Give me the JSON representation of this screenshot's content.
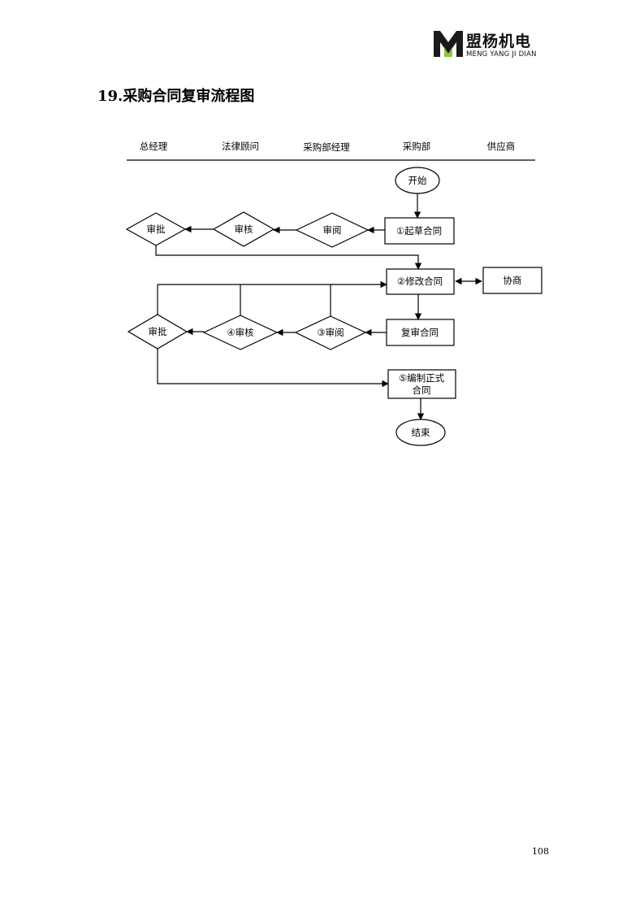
{
  "brand": {
    "name": "盟杨机电",
    "subtitle": "MENG YANG JI DIAN",
    "colors": {
      "dark": "#1a1a1a",
      "accent": "#8dc63f"
    }
  },
  "title": "19.采购合同复审流程图",
  "lanes": [
    "总经理",
    "法律顾问",
    "采购部经理",
    "采购部",
    "供应商"
  ],
  "nodes": {
    "start": "开始",
    "draft": "①起草合同",
    "review_top": "审阅",
    "audit_top": "审核",
    "approve_top": "审批",
    "revise": "②修改合同",
    "negotiate": "协商",
    "recheck": "复审合同",
    "review_bottom": "③审阅",
    "audit_bottom": "④审核",
    "approve_bottom": "审批",
    "formal_line1": "⑤编制正式",
    "formal_line2": "合同",
    "end": "结束"
  },
  "page_number": "108"
}
